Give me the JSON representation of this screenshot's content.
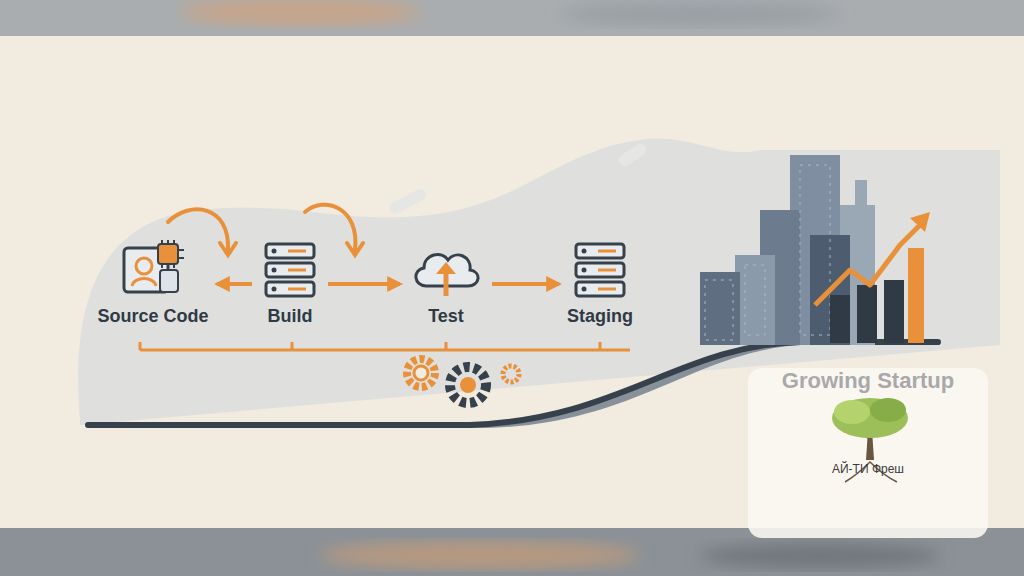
{
  "diagram": {
    "nodes": [
      {
        "text": [
          "Source Code"
        ]
      },
      {
        "text": [
          "Build"
        ]
      },
      {
        "text": [
          "Test"
        ]
      },
      {
        "text": [
          "Staging"
        ]
      }
    ],
    "edges": [
      {
        "from": 1,
        "to": 0,
        "arrow": "to"
      },
      {
        "from": 1,
        "to": 2,
        "arrow": "to"
      },
      {
        "from": 2,
        "to": 3,
        "arrow": "to"
      }
    ],
    "labels": [
      "Growing Startup",
      "АЙ-ТИ Фреш"
    ]
  }
}
